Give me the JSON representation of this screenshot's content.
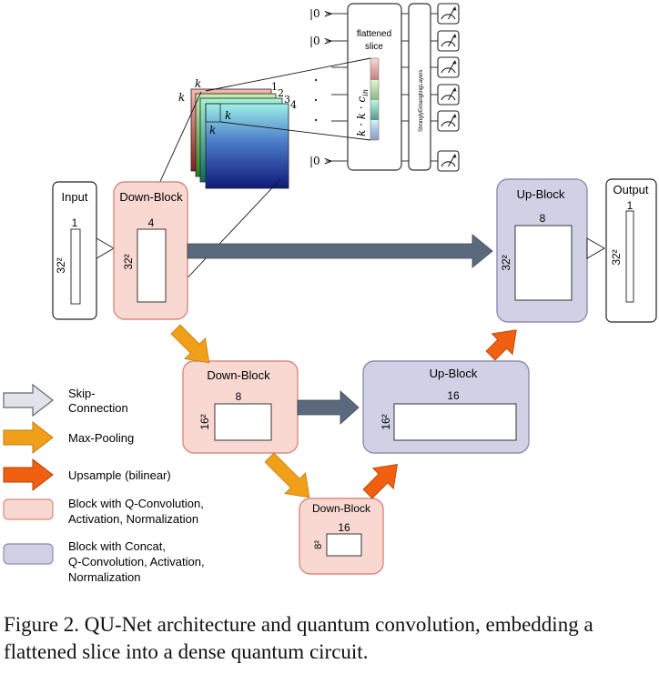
{
  "qubit_state": "|0 >",
  "circuit": {
    "flattened_label_1": "flattened",
    "flattened_label_2": "slice",
    "formula_text": "k · k · c",
    "formula_sub": "in",
    "layer_label": "StronglyEntanglingLayers"
  },
  "kernel": {
    "k": "k",
    "channel_indices": [
      "1",
      "2",
      "3",
      "4"
    ]
  },
  "blocks": {
    "input": {
      "title": "Input",
      "channels": "1",
      "size": "32²"
    },
    "down1": {
      "title": "Down-Block",
      "channels": "4",
      "size": "32²"
    },
    "down2": {
      "title": "Down-Block",
      "channels": "8",
      "size": "16²"
    },
    "down3": {
      "title": "Down-Block",
      "channels": "16",
      "size": "8²"
    },
    "up2": {
      "title": "Up-Block",
      "channels": "16",
      "size": "16²"
    },
    "up1": {
      "title": "Up-Block",
      "channels": "8",
      "size": "32²"
    },
    "output": {
      "title": "Output",
      "channels": "1",
      "size": "32²"
    }
  },
  "legend": {
    "skip_line1": "Skip-",
    "skip_line2": "Connection",
    "maxpool": "Max-Pooling",
    "upsample": "Upsample (bilinear)",
    "down_block_line1": "Block with Q-Convolution,",
    "down_block_line2": "Activation, Normalization",
    "up_block_line1": "Block with Concat,",
    "up_block_line2": "Q-Convolution, Activation,",
    "up_block_line3": "Normalization"
  },
  "colors": {
    "down_fill": "#f9d8d2",
    "down_stroke": "#d98a80",
    "up_fill": "#d2d0e4",
    "up_stroke": "#8f8cb4",
    "skip_arrow": "#5a6a7c",
    "maxpool_arrow": "#f0a018",
    "upsample_arrow": "#f06010"
  },
  "caption": "Figure 2. QU-Net architecture and quantum convolution, embedding a flattened slice into a dense quantum circuit."
}
